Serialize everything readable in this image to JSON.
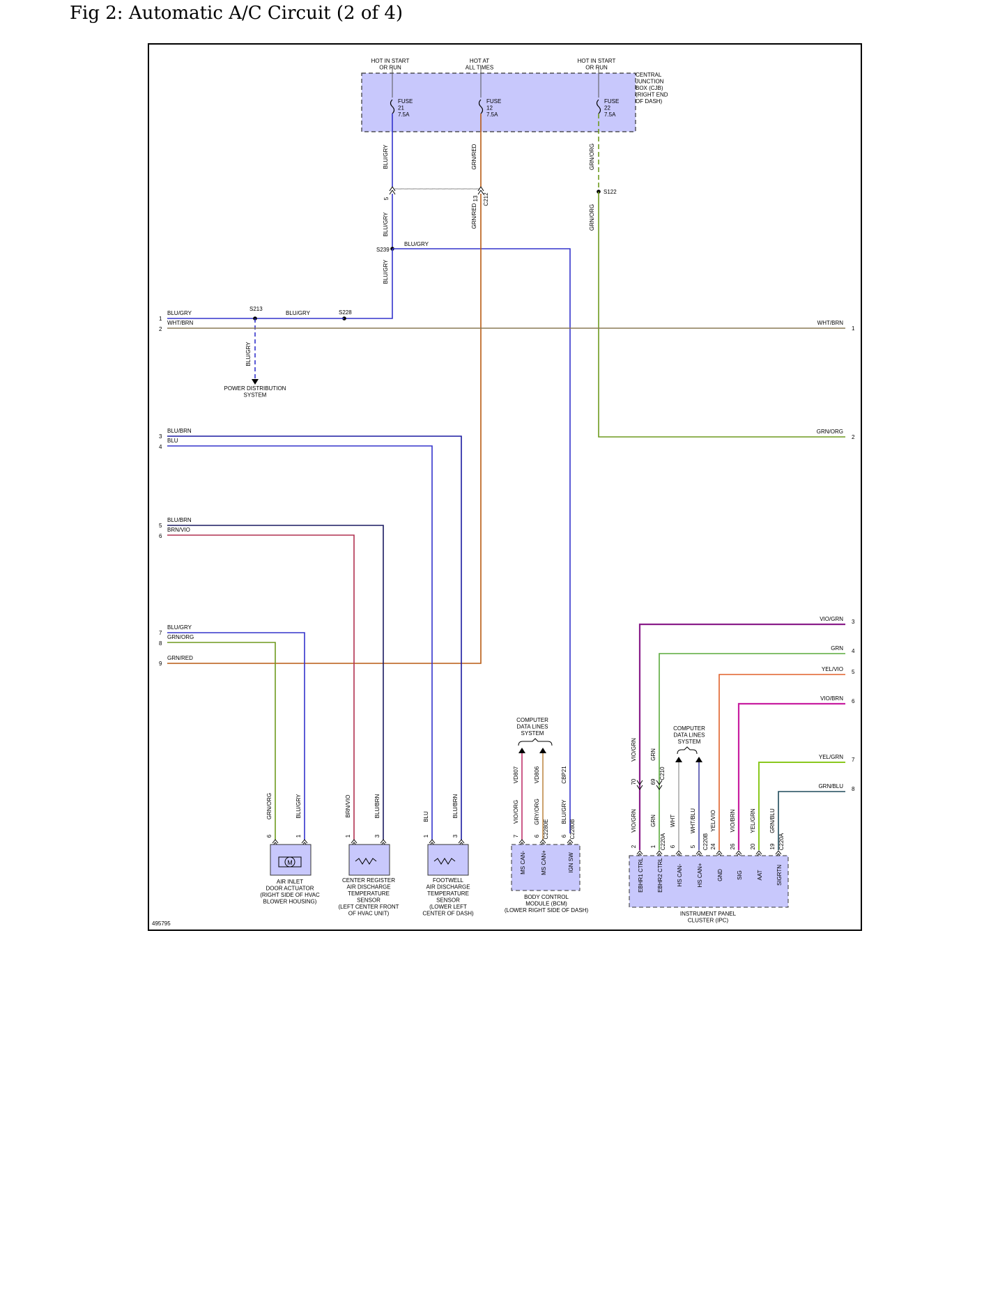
{
  "figure": {
    "title": "Fig 2: Automatic A/C Circuit (2 of 4)",
    "id": "495795"
  },
  "colors": {
    "junction_fill": "#c8c8fc",
    "blu_gry": "#3333cc",
    "blu": "#1a1aa0",
    "grn_red": "#b85a12",
    "grn_org": "#6e9a1e",
    "wht_brn": "#8a7a55",
    "brn_vio": "#b03050",
    "vio_grn": "#8a1e8a",
    "grn": "#5aaa3c",
    "yel_vio": "#e0602a",
    "vio_brn": "#c81ea0",
    "yel_grn": "#8ac81e",
    "grn_blu": "#1e4a5a",
    "wht": "#aaaaaa",
    "wht_blu": "#4a4aaa",
    "vio_org": "#c0306a",
    "gry_org": "#c08a4a"
  },
  "power": {
    "hot_left": "HOT IN START\nOR RUN",
    "hot_mid": "HOT AT\nALL TIMES",
    "hot_right": "HOT IN START\nOR RUN",
    "cjb_label": "CENTRAL\nJUNCTION\nBOX (CJB)\n(RIGHT END\nOF DASH)",
    "fuses": [
      {
        "label": "FUSE\n21\n7.5A"
      },
      {
        "label": "FUSE\n12\n7.5A"
      },
      {
        "label": "FUSE\n22\n7.5A"
      }
    ]
  },
  "wires": {
    "blu_gry": "BLU/GRY",
    "grn_red": "GRN/RED",
    "grn_org": "GRN/ORG",
    "wht_brn": "WHT/BRN",
    "blu_brn": "BLU/BRN",
    "blu": "BLU",
    "brn_vio": "BRN/VIO",
    "vio_grn": "VIO/GRN",
    "grn": "GRN",
    "yel_vio": "YEL/VIO",
    "vio_brn": "VIO/BRN",
    "yel_grn": "YEL/GRN",
    "grn_blu": "GRN/BLU",
    "vio_org": "VIO/ORG",
    "gry_org": "GRY/ORG",
    "wht": "WHT",
    "wht_blu": "WHT/BLU"
  },
  "splices": {
    "s122": "S122",
    "s239": "S239",
    "s213": "S213",
    "s228": "S228"
  },
  "connectors": {
    "c212": "C212",
    "c212_pin13": "13",
    "c212_pin5": "5",
    "c2280e": "C2280E",
    "c2280b": "C2280B",
    "c220a": "C220A",
    "c220b": "C220B",
    "c210": "C210"
  },
  "circuits": {
    "vd807": "VD807",
    "vd806": "VD806",
    "cbp21": "CBP21"
  },
  "pdsys": "POWER DISTRIBUTION\nSYSTEM",
  "cdls": "COMPUTER\nDATA LINES\nSYSTEM",
  "left_pins": [
    "1",
    "2",
    "3",
    "4",
    "5",
    "6",
    "7",
    "8",
    "9"
  ],
  "right_pins": [
    "1",
    "2",
    "3",
    "4",
    "5",
    "6",
    "7",
    "8"
  ],
  "components": {
    "actuator": "AIR INLET\nDOOR ACTUATOR\n(RIGHT SIDE OF HVAC\nBLOWER HOUSING)",
    "center_sensor": "CENTER REGISTER\nAIR DISCHARGE\nTEMPERATURE\nSENSOR\n(LEFT CENTER FRONT\nOF HVAC UNIT)",
    "footwell_sensor": "FOOTWELL\nAIR DISCHARGE\nTEMPERATURE\nSENSOR\n(LOWER LEFT\nCENTER OF DASH)",
    "bcm": "BODY CONTROL\nMODULE (BCM)\n(LOWER RIGHT SIDE OF DASH)",
    "ipc": "INSTRUMENT PANEL\nCLUSTER (IPC)"
  },
  "bcm_pins": [
    {
      "pin": "7",
      "name": "MS CAN-"
    },
    {
      "pin": "6",
      "name": "MS CAN+"
    },
    {
      "pin": "6",
      "name": "IGN SW"
    }
  ],
  "ipc_pins": [
    {
      "pin": "2",
      "name": "EBHR1 CTRL"
    },
    {
      "pin": "1",
      "name": "EBHR2 CTRL"
    },
    {
      "pin": "6",
      "name": "HS CAN-"
    },
    {
      "pin": "5",
      "name": "HS CAN+"
    },
    {
      "pin": "24",
      "name": "GND"
    },
    {
      "pin": "26",
      "name": "SIG"
    },
    {
      "pin": "20",
      "name": "AAT"
    },
    {
      "pin": "19",
      "name": "SIGRTN"
    }
  ],
  "ipc_inline_pins": {
    "p70": "70",
    "p69": "69"
  },
  "sensor_pins": {
    "p1": "1",
    "p3": "3",
    "p6": "6"
  },
  "motor": "M"
}
